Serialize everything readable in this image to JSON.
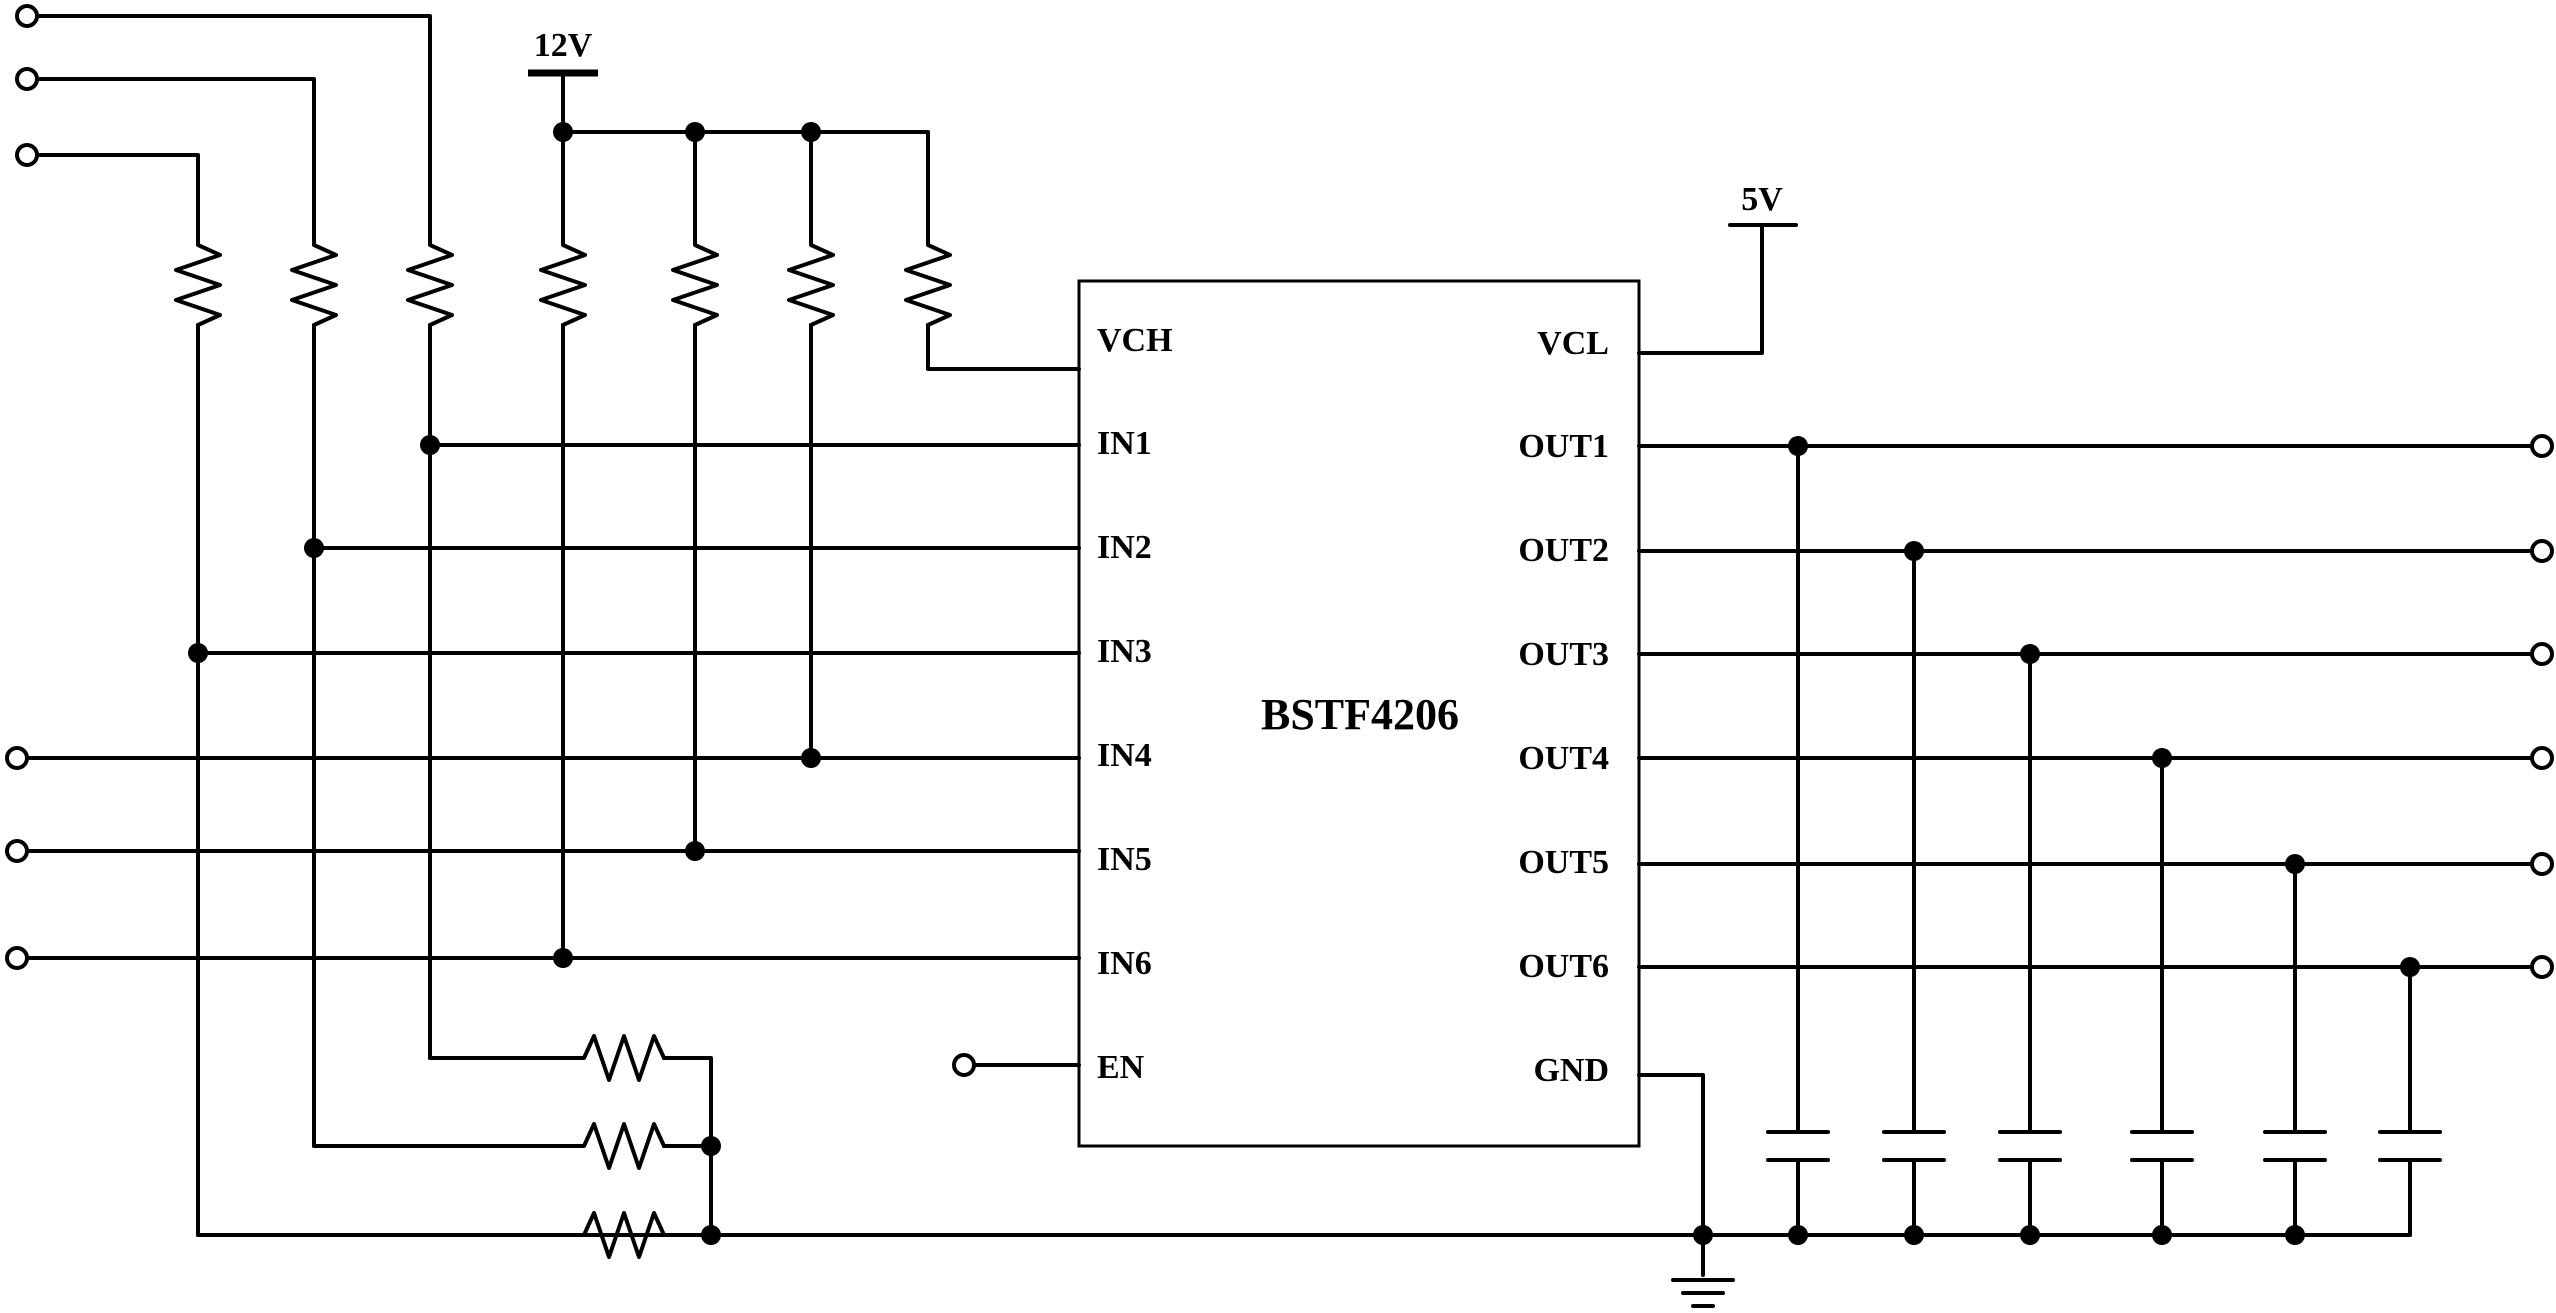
{
  "chip": {
    "name": "BSTF4206",
    "left_pins": [
      "VCH",
      "IN1",
      "IN2",
      "IN3",
      "IN4",
      "IN5",
      "IN6",
      "EN"
    ],
    "right_pins": [
      "VCL",
      "OUT1",
      "OUT2",
      "OUT3",
      "OUT4",
      "OUT5",
      "OUT6",
      "GND"
    ]
  },
  "supplies": {
    "high": "12V",
    "low": "5V"
  }
}
